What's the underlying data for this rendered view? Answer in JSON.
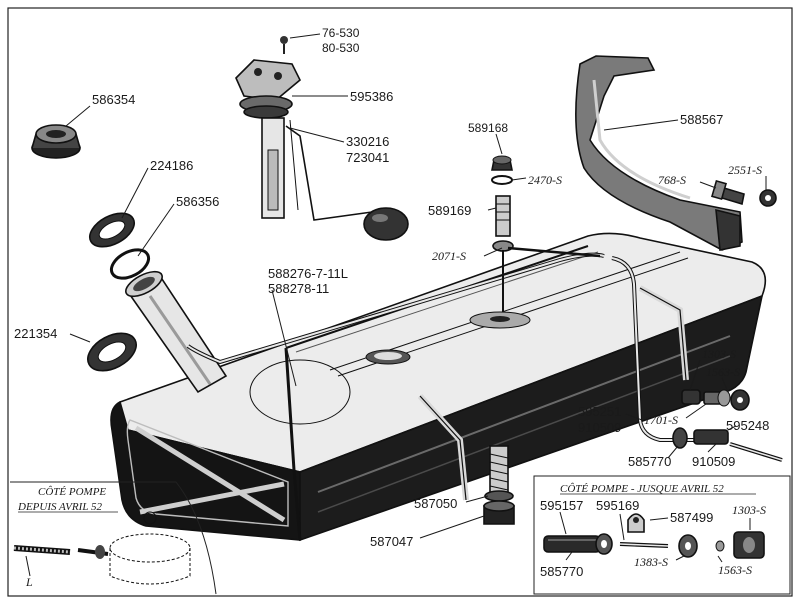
{
  "labels": {
    "p76_530": "76-530",
    "p80_530": "80-530",
    "p595386": "595386",
    "p330216": "330216",
    "p723041": "723041",
    "p586354": "586354",
    "p224186": "224186",
    "p586356": "586356",
    "p221354": "221354",
    "p588276": "588276-7-11L",
    "p588278": "588278-11",
    "p589168": "589168",
    "p2470": "2470-S",
    "p589169": "589169",
    "p2071": "2071-S",
    "p588567": "588567",
    "p768": "768-S",
    "p2551": "2551-S",
    "p1303_right": "1303-S",
    "p1563_right": "1563-S",
    "p1701": "1701-S",
    "p595251": "595251",
    "p910509_a": "910509",
    "p595248": "595248",
    "p585770_a": "585770",
    "p910509_b": "910509",
    "p587050": "587050",
    "p587047": "587047",
    "p595157": "595157",
    "p595169": "595169",
    "p587499": "587499",
    "p1303_box": "1303-S",
    "p585770_b": "585770",
    "p1383": "1383-S",
    "p1563_box": "1563-S"
  },
  "inset_left": {
    "title_line1": "CÔTÉ POMPE",
    "title_line2": "DEPUIS AVRIL 52",
    "marker": "L"
  },
  "inset_right": {
    "title": "CÔTÉ POMPE - JUSQUE AVRIL 52"
  }
}
